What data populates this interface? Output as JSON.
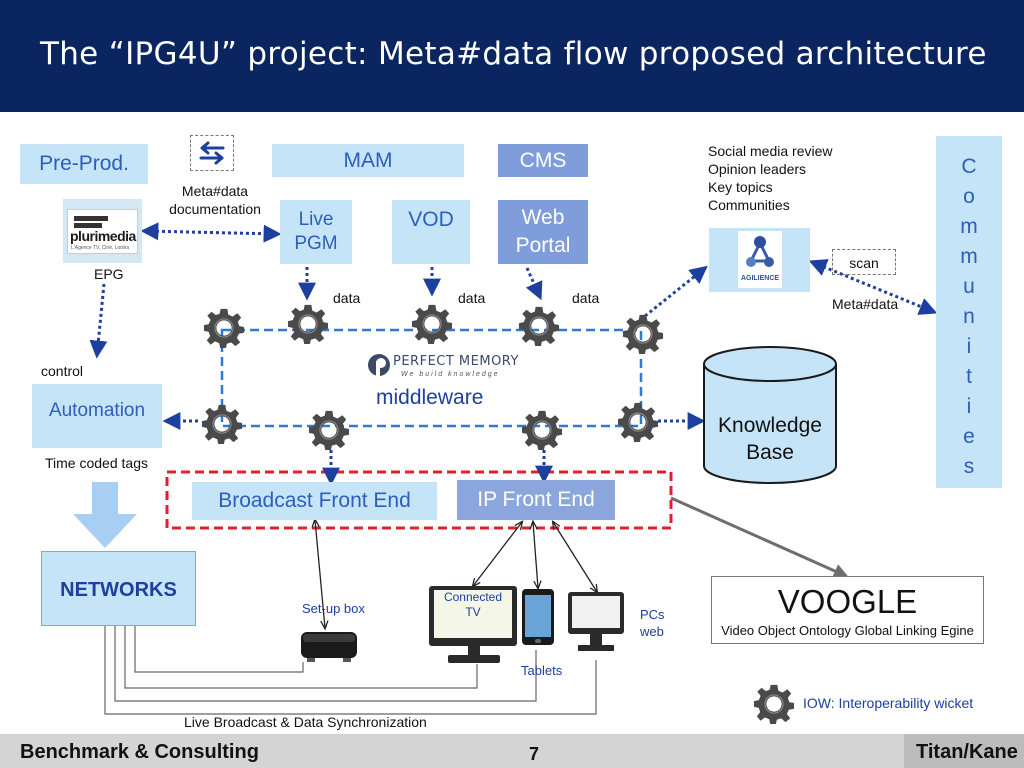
{
  "slide": {
    "title": "The “IPG4U” project: Meta#data flow proposed architecture"
  },
  "boxes": {
    "preprod": "Pre-Prod.",
    "mam": "MAM",
    "cms": "CMS",
    "live_pgm": "Live PGM",
    "vod": "VOD",
    "web_portal": "Web Portal",
    "automation": "Automation",
    "networks": "NETWORKS",
    "broadcast_front_end": "Broadcast Front End",
    "ip_front_end": "IP Front End",
    "knowledge_base": "Knowledge Base",
    "communities_letters": [
      "C",
      "o",
      "m",
      "m",
      "u",
      "n",
      "i",
      "t",
      "i",
      "e",
      "s"
    ]
  },
  "logos": {
    "plurimedia_name": "plurimedia",
    "plurimedia_tagline": "L'Agence TV, Ciné, Loisirs",
    "perfect_memory_name": "PERFECT MEMORY",
    "perfect_memory_tagline": "We build knowledge",
    "agilience_name": "AGILIENCE"
  },
  "labels": {
    "metadata_documentation": "Meta#data documentation",
    "epg": "EPG",
    "control": "control",
    "time_coded_tags": "Time coded tags",
    "data_1": "data",
    "data_2": "data",
    "data_3": "data",
    "middleware": "middleware",
    "social_lines": [
      "Social media review",
      "Opinion leaders",
      "Key topics",
      "Communities"
    ],
    "scan": "scan",
    "metadata_agilience": "Meta#data",
    "set_up_box": "Set-up box",
    "connected_tv": "Connected TV",
    "tablets": "Tablets",
    "pcs_web": "PCs web",
    "live_broadcast": "Live Broadcast & Data Synchronization"
  },
  "voogle": {
    "title": "VOOGLE",
    "subtitle": "Video Object Ontology Global Linking Egine"
  },
  "legend": {
    "iow": "IOW: Interoperability wicket"
  },
  "footer": {
    "left": "Benchmark & Consulting",
    "page": "7",
    "right": "Titan/Kane"
  },
  "colors": {
    "header": "#0b2561",
    "light_box": "#c5e4f7",
    "box_text": "#2d5ebd",
    "middleware_text": "#1c3fa0",
    "dashed_frame": "#2e78d6",
    "front_end_frame": "#e0202a",
    "ip_front_end": "#8aa6dc",
    "dotted_arrow": "#1c3fa0",
    "voogle_arrow": "#6e6e6e"
  }
}
